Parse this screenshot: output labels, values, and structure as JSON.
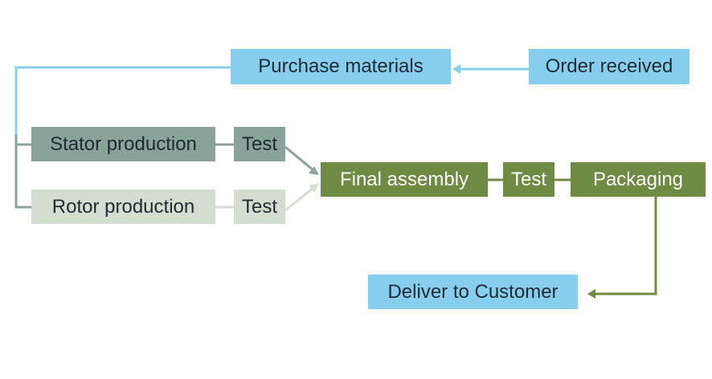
{
  "nodes": {
    "purchase_materials": "Purchase materials",
    "order_received": "Order received",
    "stator_production": "Stator production",
    "stator_test": "Test",
    "rotor_production": "Rotor production",
    "rotor_test": "Test",
    "final_assembly": "Final assembly",
    "final_test": "Test",
    "packaging": "Packaging",
    "deliver": "Deliver to Customer"
  },
  "colors": {
    "blue": "#87ceee",
    "slate": "#8aa39a",
    "pale": "#d3ddd0",
    "olive": "#6f8a42"
  }
}
